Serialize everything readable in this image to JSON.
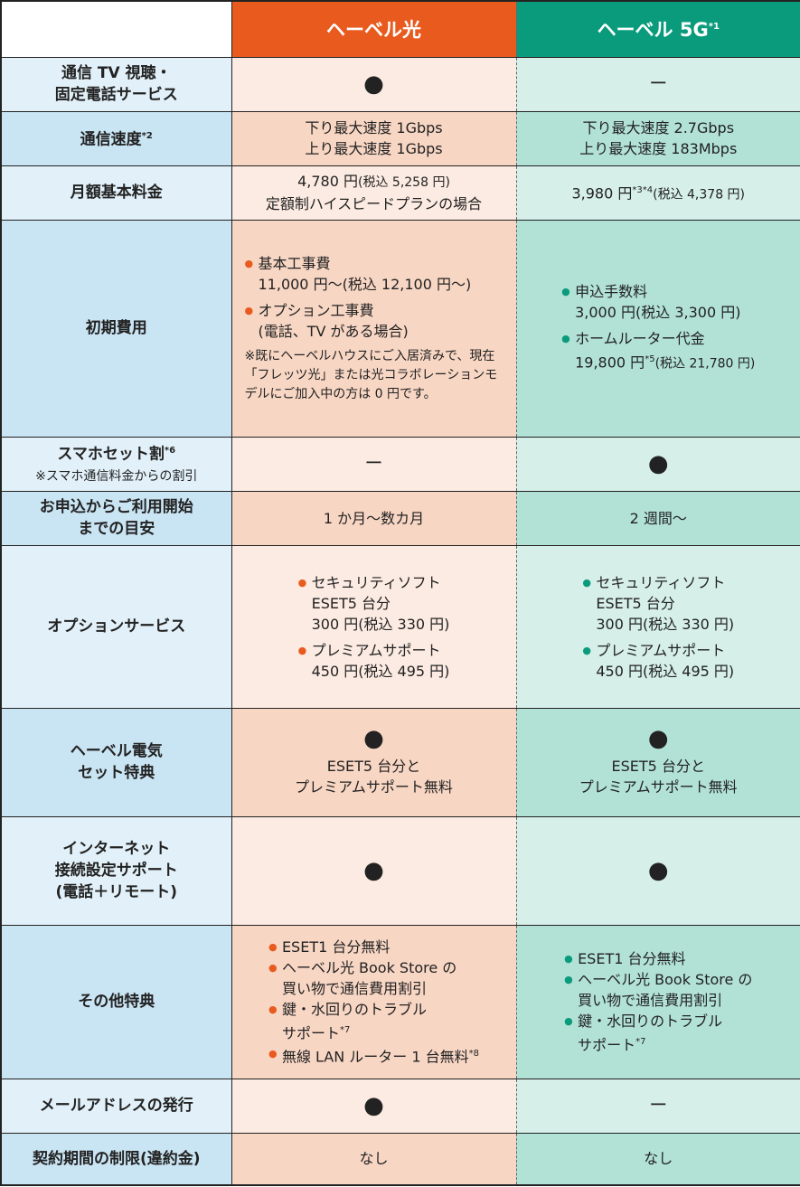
{
  "header": {
    "col_hikari": "ヘーベル光",
    "col_5g": "ヘーベル 5G",
    "col_5g_ref": "*1"
  },
  "rows": {
    "tv": {
      "label_l1": "通信 TV 視聴・",
      "label_l2": "固定電話サービス",
      "hikari": "●",
      "g5": "ー"
    },
    "speed": {
      "label": "通信速度",
      "label_ref": "*2",
      "hikari_l1": "下り最大速度 1Gbps",
      "hikari_l2": "上り最大速度 1Gbps",
      "g5_l1": "下り最大速度 2.7Gbps",
      "g5_l2": "上り最大速度 183Mbps"
    },
    "fee": {
      "label": "月額基本料金",
      "hikari_price": "4,780 円",
      "hikari_tax": "(税込 5,258 円)",
      "hikari_l2": "定額制ハイスピードプランの場合",
      "g5_price": "3,980 円",
      "g5_ref": "*3*4",
      "g5_tax": "(税込 4,378 円)"
    },
    "initial": {
      "label": "初期費用",
      "hikari_item1": "基本工事費",
      "hikari_item1_price": "11,000 円〜(税込 12,100 円〜)",
      "hikari_item2": "オプション工事費",
      "hikari_item2_sub": "(電話、TV がある場合)",
      "hikari_note": "※既にヘーベルハウスにご入居済みで、現在「フレッツ光」または光コラボレーションモデルにご加入中の方は 0 円です。",
      "g5_item1": "申込手数料",
      "g5_item1_price": "3,000 円(税込 3,300 円)",
      "g5_item2": "ホームルーター代金",
      "g5_item2_price": "19,800 円",
      "g5_item2_ref": "*5",
      "g5_item2_tax": "(税込 21,780 円)"
    },
    "smartphone": {
      "label": "スマホセット割",
      "label_ref": "*6",
      "label_sub": "※スマホ通信料金からの割引",
      "hikari": "ー",
      "g5": "●"
    },
    "lead_time": {
      "label_l1": "お申込からご利用開始",
      "label_l2": "までの目安",
      "hikari": "1 か月〜数カ月",
      "g5": "2 週間〜"
    },
    "options": {
      "label": "オプションサービス",
      "hikari_item1": "セキュリティソフト",
      "hikari_item1_l2": "ESET5 台分",
      "hikari_item1_l3": "300 円(税込 330 円)",
      "hikari_item2": "プレミアムサポート",
      "hikari_item2_l2": "450 円(税込 495 円)",
      "g5_item1": "セキュリティソフト",
      "g5_item1_l2": "ESET5 台分",
      "g5_item1_l3": "300 円(税込 330 円)",
      "g5_item2": "プレミアムサポート",
      "g5_item2_l2": "450 円(税込 495 円)"
    },
    "electric": {
      "label_l1": "ヘーベル電気",
      "label_l2": "セット特典",
      "hikari_mark": "●",
      "hikari_l1": "ESET5 台分と",
      "hikari_l2": "プレミアムサポート無料",
      "g5_mark": "●",
      "g5_l1": "ESET5 台分と",
      "g5_l2": "プレミアムサポート無料"
    },
    "setup": {
      "label_l1": "インターネット",
      "label_l2": "接続設定サポート",
      "label_l3": "(電話＋リモート)",
      "hikari": "●",
      "g5": "●"
    },
    "other": {
      "label": "その他特典",
      "hikari_item1": "ESET1 台分無料",
      "hikari_item2": "ヘーベル光 Book Store の",
      "hikari_item2_l2": "買い物で通信費用割引",
      "hikari_item3": "鍵・水回りのトラブル",
      "hikari_item3_l2": "サポート",
      "hikari_item3_ref": "*7",
      "hikari_item4": "無線 LAN ルーター 1 台無料",
      "hikari_item4_ref": "*8",
      "g5_item1": "ESET1 台分無料",
      "g5_item2": "ヘーベル光 Book Store の",
      "g5_item2_l2": "買い物で通信費用割引",
      "g5_item3": "鍵・水回りのトラブル",
      "g5_item3_l2": "サポート",
      "g5_item3_ref": "*7"
    },
    "email": {
      "label": "メールアドレスの発行",
      "hikari": "●",
      "g5": "ー"
    },
    "contract": {
      "label": "契約期間の制限(違約金)",
      "hikari": "なし",
      "g5": "なし"
    }
  },
  "colors": {
    "hikari_header": "#e85a1e",
    "g5_header": "#0a9b7c"
  }
}
